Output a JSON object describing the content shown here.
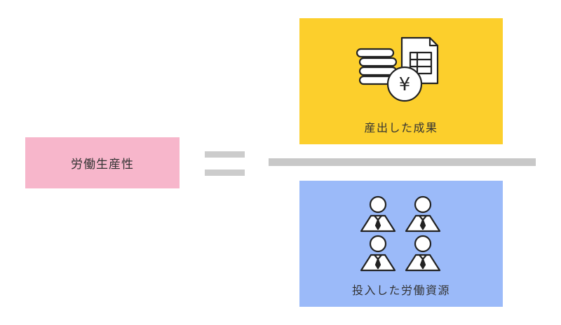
{
  "equation": {
    "lhs": {
      "label": "労働生産性",
      "color": "#f7b6cb"
    },
    "operator_color": "#cccccc",
    "fraction_line_color": "#c8c8c8",
    "numerator": {
      "label": "産出した成果",
      "color": "#fccf2c",
      "icon": "coins-document-yen-icon"
    },
    "denominator": {
      "label": "投入した労働資源",
      "color": "#9bbaf9",
      "icon": "workers-group-icon"
    }
  },
  "glyphs": {
    "yen": "¥"
  }
}
